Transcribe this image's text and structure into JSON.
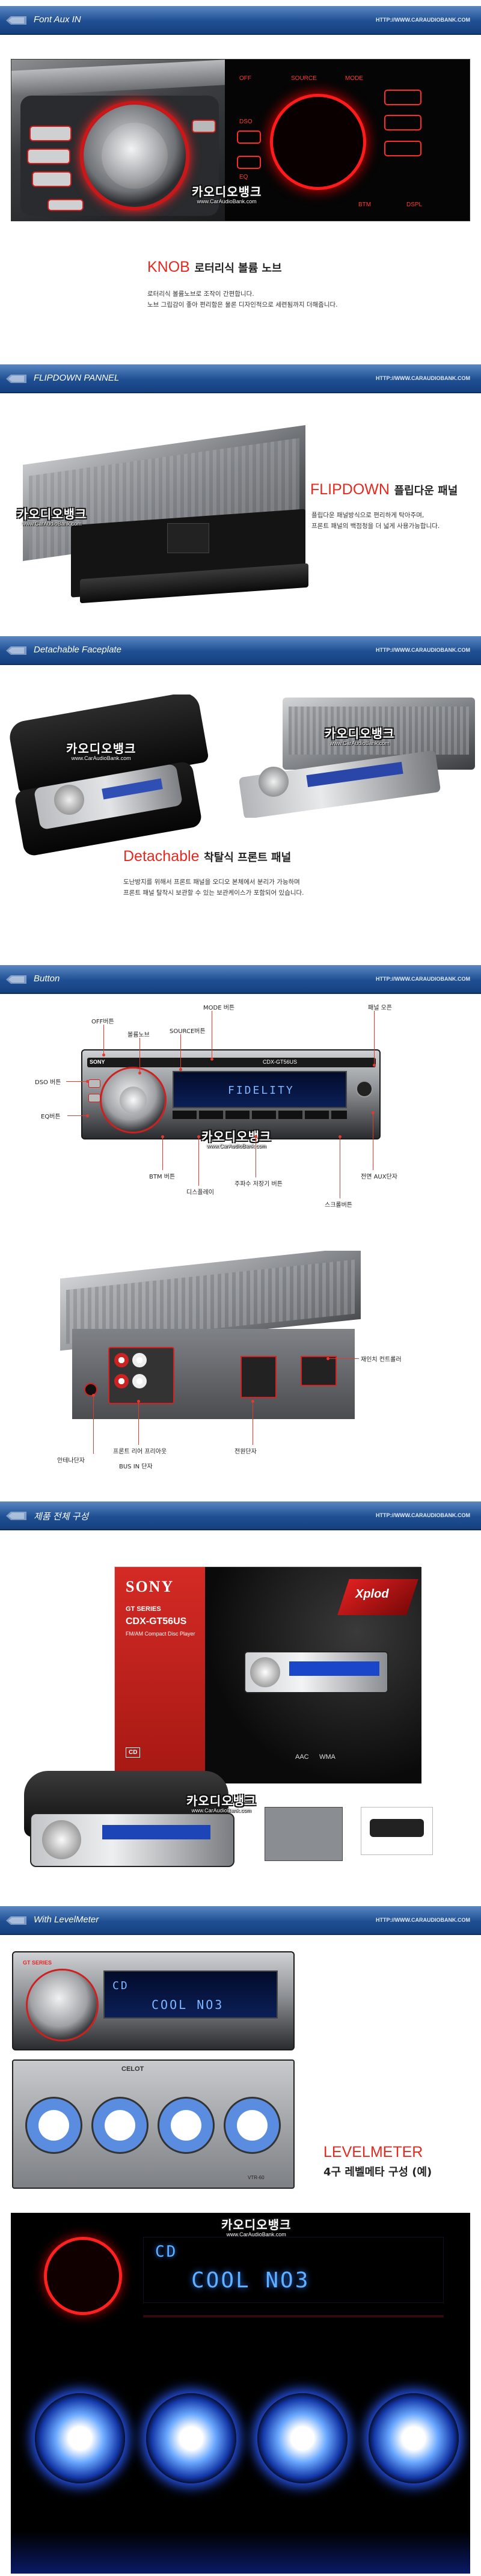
{
  "site_url": "HTTP://WWW.CARAUDIOBANK.COM",
  "watermark": {
    "brand": "카오디오뱅크",
    "url": "www.CarAudioBank.com"
  },
  "sections": [
    {
      "id": "font-aux-in",
      "title": "Font Aux IN"
    },
    {
      "id": "flipdown",
      "title": "FLIPDOWN PANNEL"
    },
    {
      "id": "detachable",
      "title": "Detachable Faceplate"
    },
    {
      "id": "button",
      "title": "Button"
    },
    {
      "id": "package",
      "title": "제품 전체 구성"
    },
    {
      "id": "levelmeter",
      "title": "With LevelMeter"
    }
  ],
  "features": {
    "knob": {
      "title_en": "KNOB",
      "title_ko": "로터리식 볼륨 노브",
      "desc": [
        "로터리식 볼륨노브로 조작이 간편합니다.",
        "노브 그립감이 좋아 편리함은 물론 디자인적으로 세련됨까지 더해줍니다."
      ]
    },
    "flipdown": {
      "title_en": "FLIPDOWN",
      "title_ko": "플립다운 패널",
      "desc": [
        "플립다운 패널방식으로 편리하게 탁아주며,",
        "프론트 패널의 백점청을 더 넓게 사용가능합니다."
      ]
    },
    "detachable": {
      "title_en": "Detachable",
      "title_ko": "착탈식 프론트 패널",
      "desc": [
        "도난방지를 위해서 프론트 패널을 오디오 본체에서 분리가 가능하며",
        "프론트 패널 탈착시 보관할 수 있는 보관케이스가 포함되어 있습니다."
      ]
    },
    "levelmeter": {
      "title_en": "LEVELMETER",
      "title_ko": "4구 레벨메타 구성 (예)"
    }
  },
  "aux_panel_labels": [
    "OFF",
    "SOURCE",
    "MODE",
    "DSO",
    "EQ",
    "BTM",
    "DSPL"
  ],
  "unit_text": {
    "brand": "SONY",
    "series": "GT SERIES",
    "model": "CDX-GT56US",
    "lcd_front": "FIDELITY",
    "lcd_level_line1": "CD",
    "lcd_level_line2": "COOL NO3",
    "level_brand": "CELOT",
    "level_model": "VTR-60"
  },
  "button_labels": {
    "off": "OFF버튼",
    "volume": "볼륨노브",
    "source": "SOURCE버튼",
    "mode": "MODE 버튼",
    "eject": "패널 오픈",
    "dso": "DSO 버튼",
    "eq": "EQ버튼",
    "btm": "BTM 버튼",
    "display": "디스플레이",
    "preset": "주파수 저장기 버튼",
    "scroll": "스크롤버튼",
    "aux": "전면 AUX단자",
    "steering": "재인치 컨트롤러",
    "antenna": "안테나단자",
    "rca": "프론트 리어 프리아웃",
    "busin": "BUS IN 단자",
    "power": "전원단자"
  },
  "box_text": {
    "brand": "SONY",
    "series": "GT SERIES",
    "model": "CDX-GT56US",
    "xplod": "Xplod",
    "spec": "FM/AM Compact Disc Player",
    "aac": "AAC",
    "wma": "WMA",
    "cd": "CD"
  },
  "colors": {
    "bar_top": "#5a87c2",
    "bar_bottom": "#15407e",
    "accent_red": "#e5291f",
    "lcd_blue": "#58a8ff"
  }
}
